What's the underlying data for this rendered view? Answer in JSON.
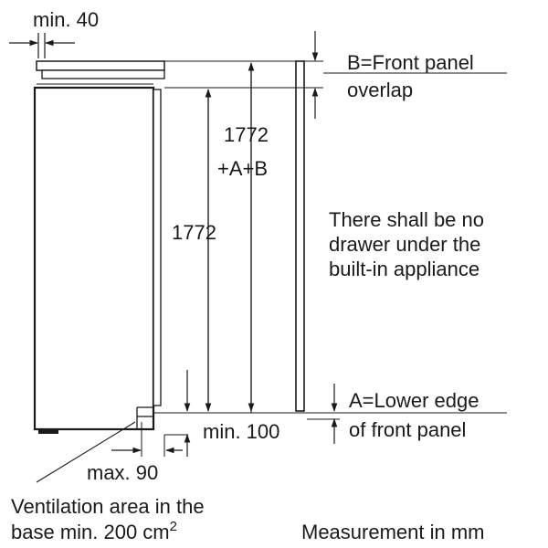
{
  "labels": {
    "min_40": "min. 40",
    "panel_b_line1": "B=Front panel",
    "panel_b_line2": "overlap",
    "height_total_line1": "1772",
    "height_total_line2": "+A+B",
    "height_niche": "1772",
    "note_line1": "There shall be no",
    "note_line2": "drawer under the",
    "note_line3": "built-in appliance",
    "panel_a_line1": "A=Lower edge",
    "panel_a_line2": "of front panel",
    "min_100": "min. 100",
    "max_90": "max. 90",
    "vent_line1": "Ventilation area in the",
    "vent_line2": "base min. 200 cm",
    "vent_unit_exp": "2",
    "measurement_note": "Measurement in mm"
  },
  "colors": {
    "ink": "#1a1a1a",
    "panel_fill": "#ffffff",
    "background": "#ffffff"
  }
}
